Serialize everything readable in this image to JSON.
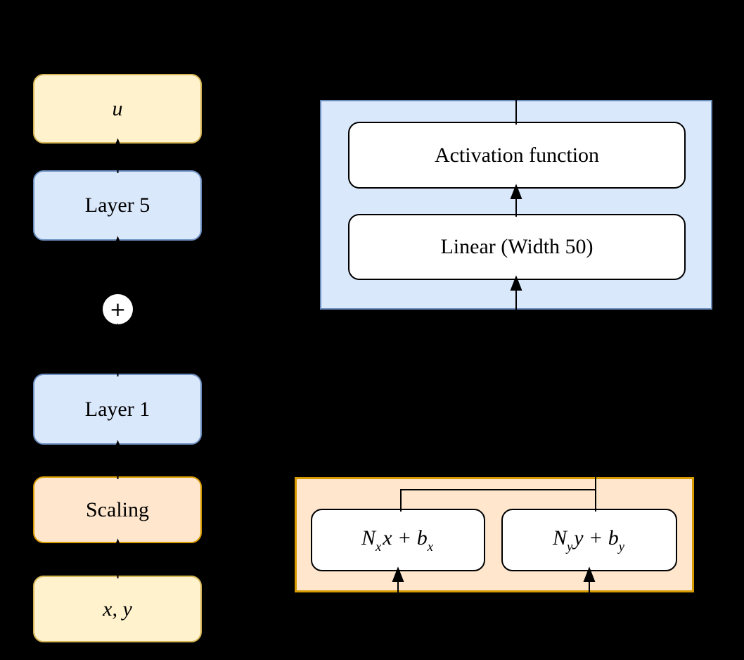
{
  "palette": {
    "background": "#000000",
    "yellow_fill": "#FFF2CC",
    "yellow_border": "#D6B656",
    "blue_fill": "#DAE8FC",
    "blue_border": "#6C8EBF",
    "orange_fill": "#FFE6CC",
    "orange_border": "#D79B00",
    "white_fill": "#FFFFFF",
    "line_color": "#000000"
  },
  "pipeline": {
    "output_label": "u",
    "layer5_label": "Layer 5",
    "plus_label": "+",
    "layer1_label": "Layer 1",
    "scaling_label": "Scaling",
    "input_label": "x, y"
  },
  "layer_detail": {
    "activation_label": "Activation function",
    "linear_label": "Linear (Width 50)"
  },
  "scaling_detail": {
    "x_branch": {
      "coef": "N",
      "coef_sub": "x",
      "expr": "x + b",
      "bias_sub": "x"
    },
    "y_branch": {
      "coef": "N",
      "coef_sub": "y",
      "expr": "y + b",
      "bias_sub": "y"
    }
  }
}
